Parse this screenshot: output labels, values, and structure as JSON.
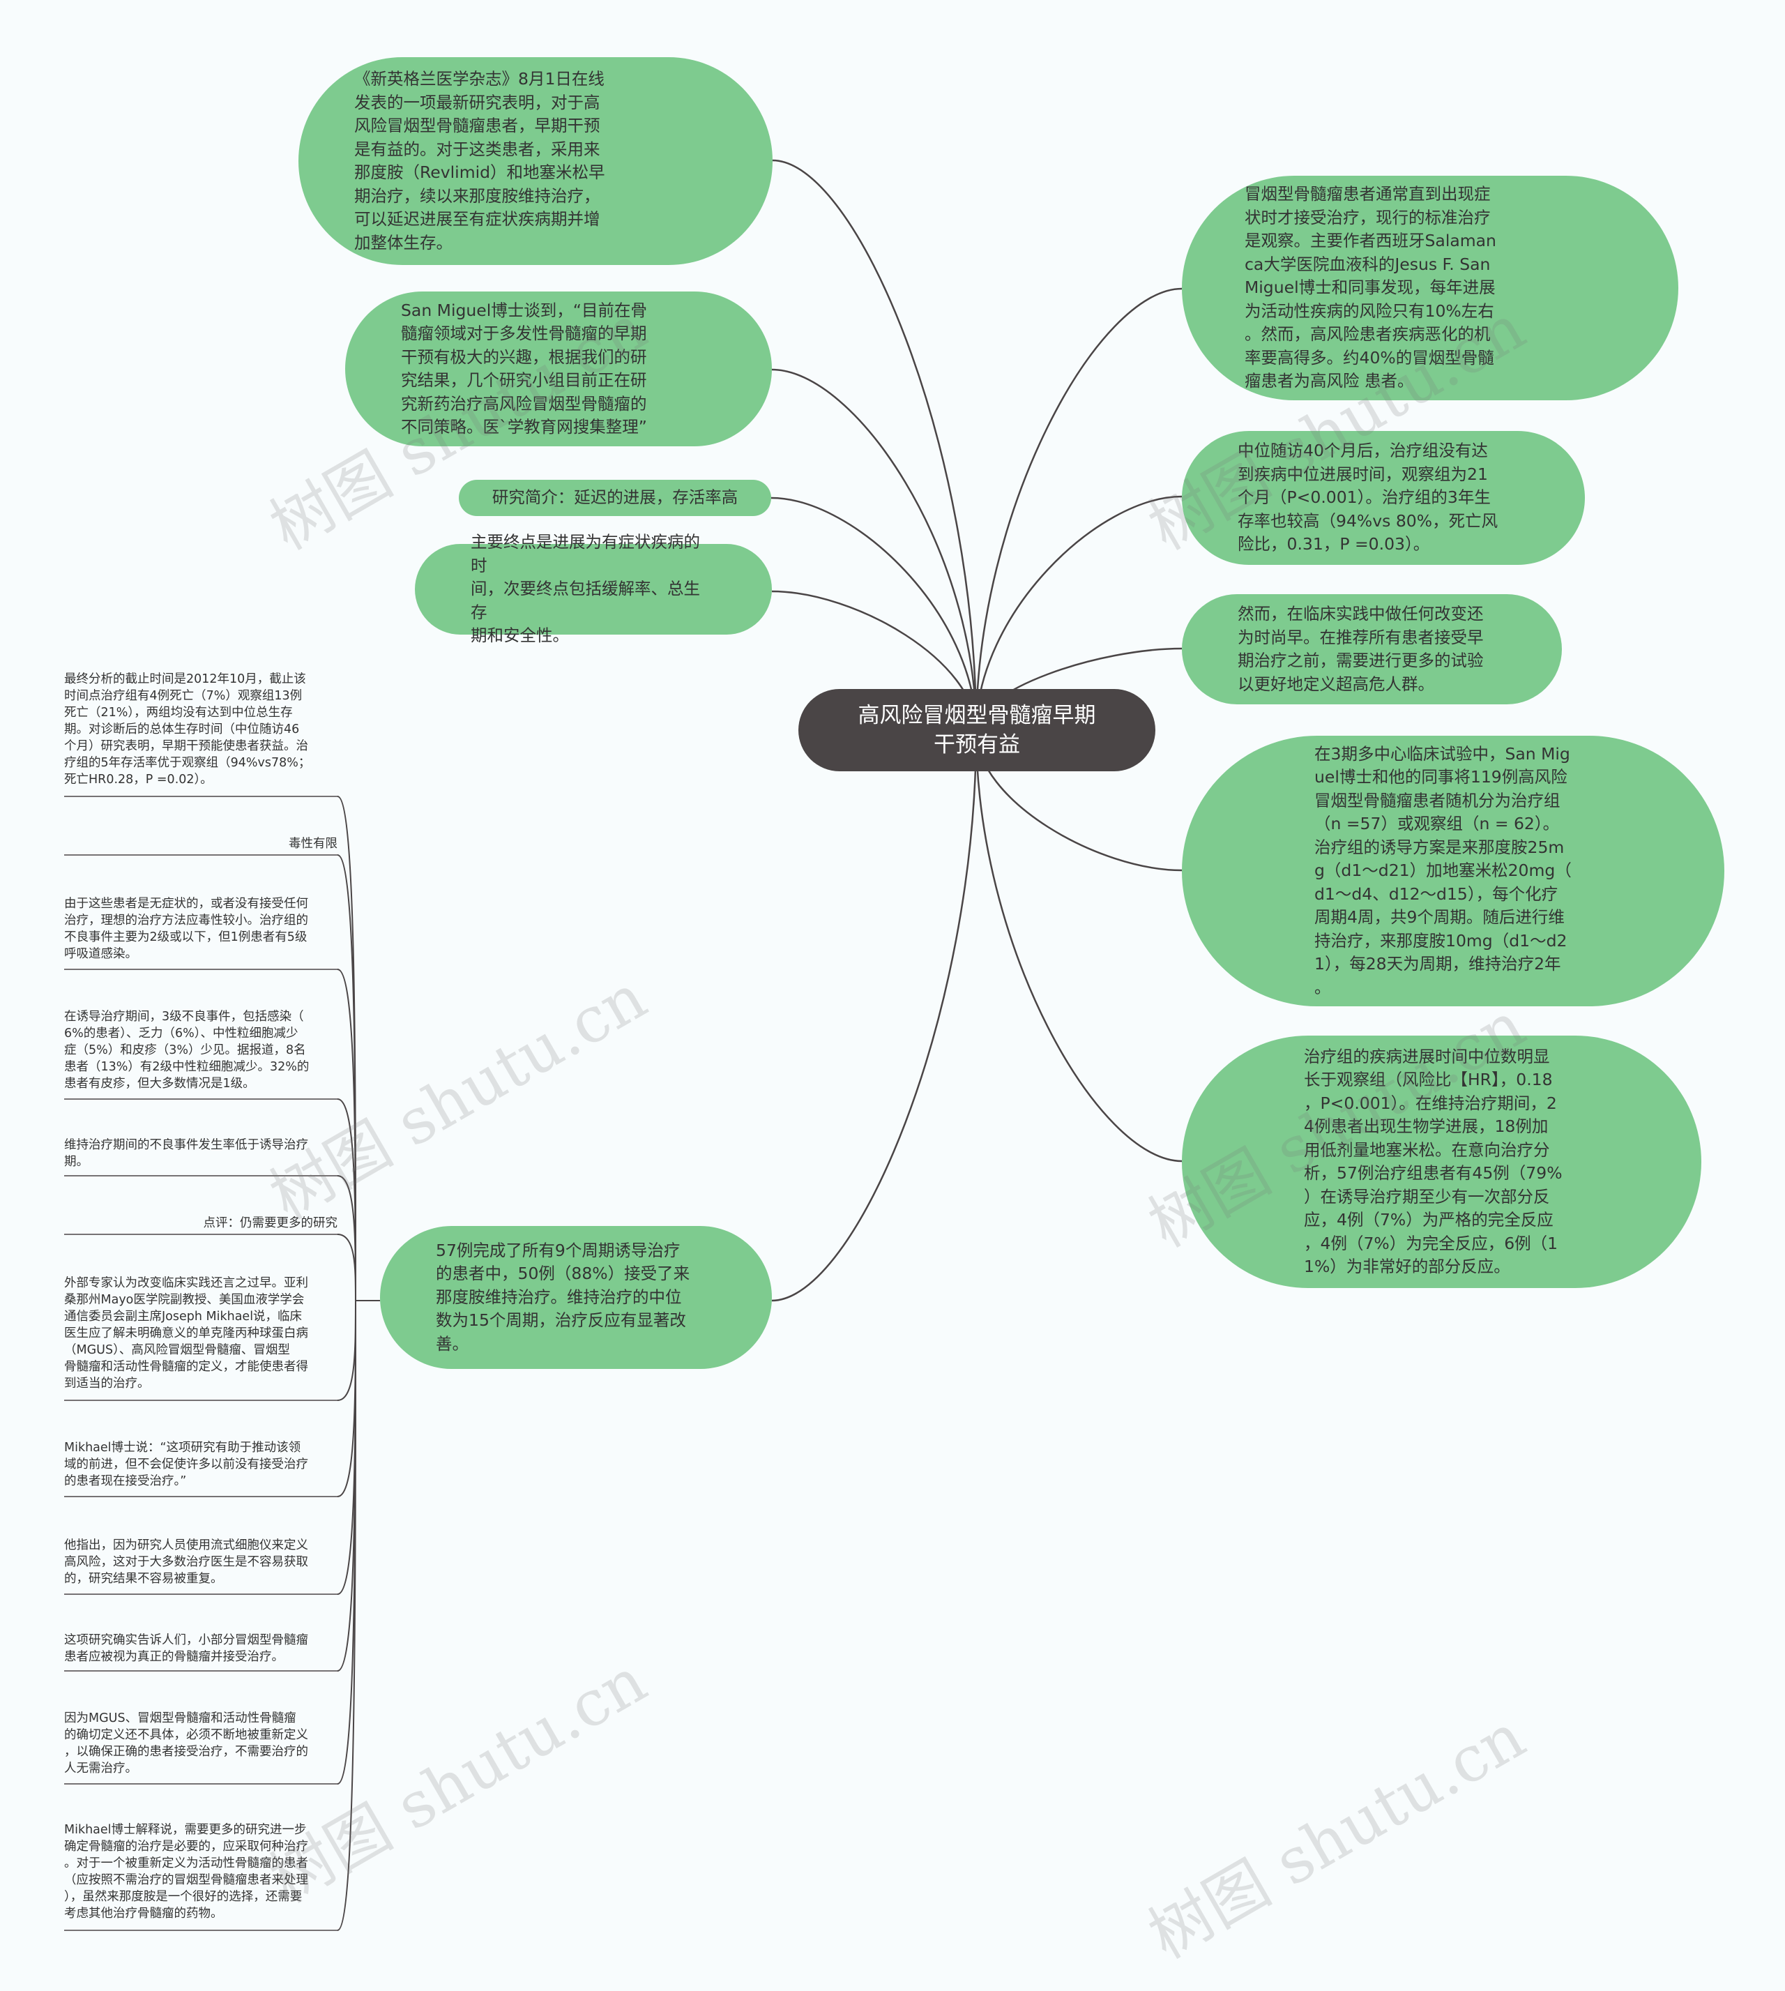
{
  "center_title": "高风险冒烟型骨髓瘤早期\n干预有益",
  "left_bubbles": [
    "《新英格兰医学杂志》8月1日在线\n发表的一项最新研究表明，对于高\n风险冒烟型骨髓瘤患者，早期干预\n是有益的。对于这类患者，采用来\n那度胺（Revlimid）和地塞米松早\n期治疗，续以来那度胺维持治疗，\n可以延迟进展至有症状疾病期并增\n加整体生存。",
    "San Miguel博士谈到，“目前在骨\n髓瘤领域对于多发性骨髓瘤的早期\n干预有极大的兴趣，根据我们的研\n究结果，几个研究小组目前正在研\n究新药治疗高风险冒烟型骨髓瘤的\n不同策略。医`学教育网搜集整理”",
    "研究简介：延迟的进展，存活率高",
    "主要终点是进展为有症状疾病的时\n间，次要终点包括缓解率、总生存\n期和安全性。",
    "57例完成了所有9个周期诱导治疗\n的患者中，50例（88%）接受了来\n那度胺维持治疗。维持治疗的中位\n数为15个周期，治疗反应有显著改\n善。"
  ],
  "right_bubbles": [
    "冒烟型骨髓瘤患者通常直到出现症\n状时才接受治疗，现行的标准治疗\n是观察。主要作者西班牙Salaman\nca大学医院血液科的Jesus F. San\nMiguel博士和同事发现，每年进展\n为活动性疾病的风险只有10%左右\n。然而，高风险患者疾病恶化的机\n率要高得多。约40%的冒烟型骨髓\n瘤患者为高风险 患者。",
    "中位随访40个月后，治疗组没有达\n到疾病中位进展时间，观察组为21\n个月（P<0.001）。治疗组的3年生\n存率也较高（94%vs 80%，死亡风\n险比，0.31，P =0.03）。",
    "然而，在临床实践中做任何改变还\n为时尚早。在推荐所有患者接受早\n期治疗之前，需要进行更多的试验\n以更好地定义超高危人群。",
    "在3期多中心临床试验中，San Mig\nuel博士和他的同事将119例高风险\n冒烟型骨髓瘤患者随机分为治疗组\n（n =57）或观察组（n = 62）。\n治疗组的诱导方案是来那度胺25m\ng（d1～d21）加地塞米松20mg（\nd1～d4、d12～d15），每个化疗\n周期4周，共9个周期。随后进行维\n持治疗，来那度胺10mg（d1～d2\n1），每28天为周期，维持治疗2年\n。",
    "治疗组的疾病进展时间中位数明显\n长于观察组（风险比【HR】，0.18\n，P<0.001）。在维持治疗期间，2\n4例患者出现生物学进展，18例加\n用低剂量地塞米松。在意向治疗分\n析，57例治疗组患者有45例（79%\n）在诱导治疗期至少有一次部分反\n应，4例（7%）为严格的完全反应\n，4例（7%）为完全反应，6例（1\n1%）为非常好的部分反应。"
  ],
  "leaves": [
    "最终分析的截止时间是2012年10月，截止该\n时间点治疗组有4例死亡（7%）观察组13例\n死亡（21%），两组均没有达到中位总生存\n期。对诊断后的总体生存时间（中位随访46\n个月）研究表明，早期干预能使患者获益。治\n疗组的5年存活率优于观察组（94%vs78%；\n死亡HR0.28，P =0.02）。",
    "毒性有限",
    "由于这些患者是无症状的，或者没有接受任何\n治疗，理想的治疗方法应毒性较小。治疗组的\n不良事件主要为2级或以下，但1例患者有5级\n呼吸道感染。",
    "在诱导治疗期间，3级不良事件，包括感染（\n6%的患者）、乏力（6%）、中性粒细胞减少\n症（5%）和皮疹（3%）少见。据报道，8名\n患者（13%）有2级中性粒细胞减少。32%的\n患者有皮疹，但大多数情况是1级。",
    "维持治疗期间的不良事件发生率低于诱导治疗\n期。",
    "点评：仍需要更多的研究",
    "外部专家认为改变临床实践还言之过早。亚利\n桑那州Mayo医学院副教授、美国血液学学会\n通信委员会副主席Joseph Mikhael说，临床\n医生应了解未明确意义的单克隆丙种球蛋白病\n（MGUS）、高风险冒烟型骨髓瘤、冒烟型\n骨髓瘤和活动性骨髓瘤的定义，才能使患者得\n到适当的治疗。",
    "Mikhael博士说：“这项研究有助于推动该领\n域的前进，但不会促使许多以前没有接受治疗\n的患者现在接受治疗。”",
    "他指出，因为研究人员使用流式细胞仪来定义\n高风险，这对于大多数治疗医生是不容易获取\n的，研究结果不容易被重复。",
    "这项研究确实告诉人们，小部分冒烟型骨髓瘤\n患者应被视为真正的骨髓瘤并接受治疗。",
    "因为MGUS、冒烟型骨髓瘤和活动性骨髓瘤\n的确切定义还不具体，必须不断地被重新定义\n，以确保正确的患者接受治疗，不需要治疗的\n人无需治疗。",
    "Mikhael博士解释说，需要更多的研究进一步\n确定骨髓瘤的治疗是必要的，应采取何种治疗\n。对于一个被重新定义为活动性骨髓瘤的患者\n（应按照不需治疗的冒烟型骨髓瘤患者来处理\n），虽然来那度胺是一个很好的选择，还需要\n考虑其他治疗骨髓瘤的药物。"
  ],
  "watermark": "树图 shutu.cn",
  "colors": {
    "bubble": "#7ecb8f",
    "center": "#4a4546",
    "edge": "#4a4546",
    "background": "#f8fcfd"
  }
}
